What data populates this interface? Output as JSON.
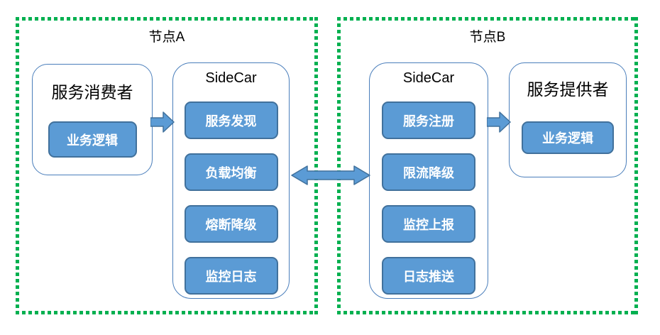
{
  "colors": {
    "frame_green": "#00B050",
    "chip_fill": "#5B9BD5",
    "chip_border": "#41719C",
    "chip_text": "#FFFFFF",
    "container_border": "#4A7EBB",
    "arrow_fill": "#5B9BD5",
    "arrow_border": "#41719C",
    "text": "#000000"
  },
  "nodes": [
    {
      "title": "节点A",
      "consumer": {
        "title": "服务消费者",
        "items": [
          "业务逻辑"
        ]
      },
      "sidecar": {
        "title": "SideCar",
        "items": [
          "服务发现",
          "负载均衡",
          "熔断降级",
          "监控日志"
        ]
      }
    },
    {
      "title": "节点B",
      "sidecar": {
        "title": "SideCar",
        "items": [
          "服务注册",
          "限流降级",
          "监控上报",
          "日志推送"
        ]
      },
      "provider": {
        "title": "服务提供者",
        "items": [
          "业务逻辑"
        ]
      }
    }
  ]
}
